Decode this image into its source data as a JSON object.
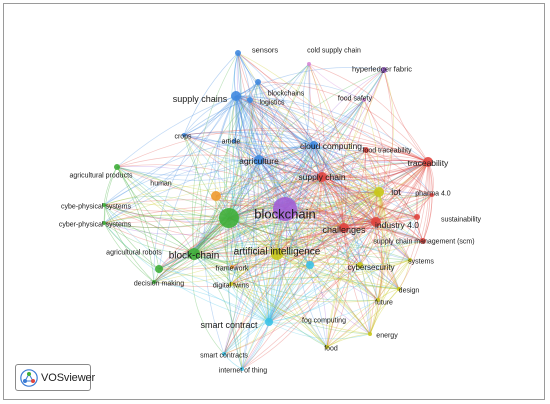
{
  "brand": {
    "name": "VOSviewer"
  },
  "colors": {
    "cluster_red": "#e0453f",
    "cluster_green": "#3fae3a",
    "cluster_blue": "#3f88df",
    "cluster_yellow": "#c9c81c",
    "cluster_purple": "#a05fd6",
    "cluster_cyan": "#3cc2e6",
    "cluster_orange": "#ee9a2e",
    "cluster_pink": "#d88ad8"
  },
  "nodes": [
    {
      "id": "blockchain",
      "label": "blockchain",
      "cluster": "purple",
      "weight": 10
    },
    {
      "id": "sensors",
      "label": "sensors",
      "cluster": "blue",
      "weight": 2
    },
    {
      "id": "cold_supply_chain",
      "label": "cold supply chain",
      "cluster": "pink",
      "weight": 1
    },
    {
      "id": "hyperledger_fabric",
      "label": "hyperledger fabric",
      "cluster": "purple",
      "weight": 2
    },
    {
      "id": "blockchains",
      "label": "blockchains",
      "cluster": "blue",
      "weight": 2
    },
    {
      "id": "logistics",
      "label": "logistics",
      "cluster": "blue",
      "weight": 2
    },
    {
      "id": "supply_chains",
      "label": "supply chains",
      "cluster": "blue",
      "weight": 4
    },
    {
      "id": "food_safety",
      "label": "food safety",
      "cluster": "pink",
      "weight": 1
    },
    {
      "id": "crops",
      "label": "crops",
      "cluster": "blue",
      "weight": 1
    },
    {
      "id": "article",
      "label": "article",
      "cluster": "blue",
      "weight": 1
    },
    {
      "id": "cloud_computing",
      "label": "cloud computing",
      "cluster": "blue",
      "weight": 3
    },
    {
      "id": "food_traceability",
      "label": "food traceability",
      "cluster": "red",
      "weight": 2
    },
    {
      "id": "agriculture",
      "label": "agriculture",
      "cluster": "blue",
      "weight": 4
    },
    {
      "id": "traceability",
      "label": "traceability",
      "cluster": "red",
      "weight": 4
    },
    {
      "id": "agricultural_products",
      "label": "agricultural products",
      "cluster": "green",
      "weight": 2
    },
    {
      "id": "supply_chain",
      "label": "supply chain",
      "cluster": "red",
      "weight": 4
    },
    {
      "id": "iot",
      "label": "iot",
      "cluster": "yellow",
      "weight": 4
    },
    {
      "id": "pharma_4_0",
      "label": "pharma 4.0",
      "cluster": "red",
      "weight": 1
    },
    {
      "id": "human",
      "label": "human",
      "cluster": "orange",
      "weight": 2
    },
    {
      "id": "cybe_physical_systems",
      "label": "cybe-physical systems",
      "cluster": "green",
      "weight": 1
    },
    {
      "id": "sustainability",
      "label": "sustainability",
      "cluster": "red",
      "weight": 1
    },
    {
      "id": "cyber_physical_systems",
      "label": "cyber-physical systems",
      "cluster": "green",
      "weight": 1
    },
    {
      "id": "green_hub",
      "label": "",
      "cluster": "green",
      "weight": 7
    },
    {
      "id": "challenges",
      "label": "challenges",
      "cluster": "red",
      "weight": 4
    },
    {
      "id": "industry_4_0",
      "label": "industry 4.0",
      "cluster": "red",
      "weight": 4
    },
    {
      "id": "supply_chain_management_scm",
      "label": "supply chain management (scm)",
      "cluster": "red",
      "weight": 2
    },
    {
      "id": "agricultural_robots",
      "label": "agricultural robots",
      "cluster": "green",
      "weight": 2
    },
    {
      "id": "block_chain",
      "label": "block-chain",
      "cluster": "green",
      "weight": 4
    },
    {
      "id": "artificial_intelligence",
      "label": "artificial intelligence",
      "cluster": "yellow",
      "weight": 5
    },
    {
      "id": "framework",
      "label": "framework",
      "cluster": "orange",
      "weight": 1
    },
    {
      "id": "cybersecurity",
      "label": "cybersecurity",
      "cluster": "yellow",
      "weight": 2
    },
    {
      "id": "systems",
      "label": "systems",
      "cluster": "yellow",
      "weight": 1
    },
    {
      "id": "decision_making",
      "label": "decision making",
      "cluster": "green",
      "weight": 1
    },
    {
      "id": "digital_twins",
      "label": "digital twins",
      "cluster": "yellow",
      "weight": 1
    },
    {
      "id": "fog_computing",
      "label": "fog computing",
      "cluster": "cyan",
      "weight": 2
    },
    {
      "id": "design",
      "label": "design",
      "cluster": "yellow",
      "weight": 1
    },
    {
      "id": "future",
      "label": "future",
      "cluster": "yellow",
      "weight": 1
    },
    {
      "id": "smart_contract",
      "label": "smart contract",
      "cluster": "cyan",
      "weight": 3
    },
    {
      "id": "energy",
      "label": "energy",
      "cluster": "yellow",
      "weight": 1
    },
    {
      "id": "food",
      "label": "food",
      "cluster": "yellow",
      "weight": 1
    },
    {
      "id": "smart_contracts",
      "label": "smart contracts",
      "cluster": "cyan",
      "weight": 1
    },
    {
      "id": "internet_of_thing",
      "label": "internet of thing",
      "cluster": "cyan",
      "weight": 1
    }
  ]
}
